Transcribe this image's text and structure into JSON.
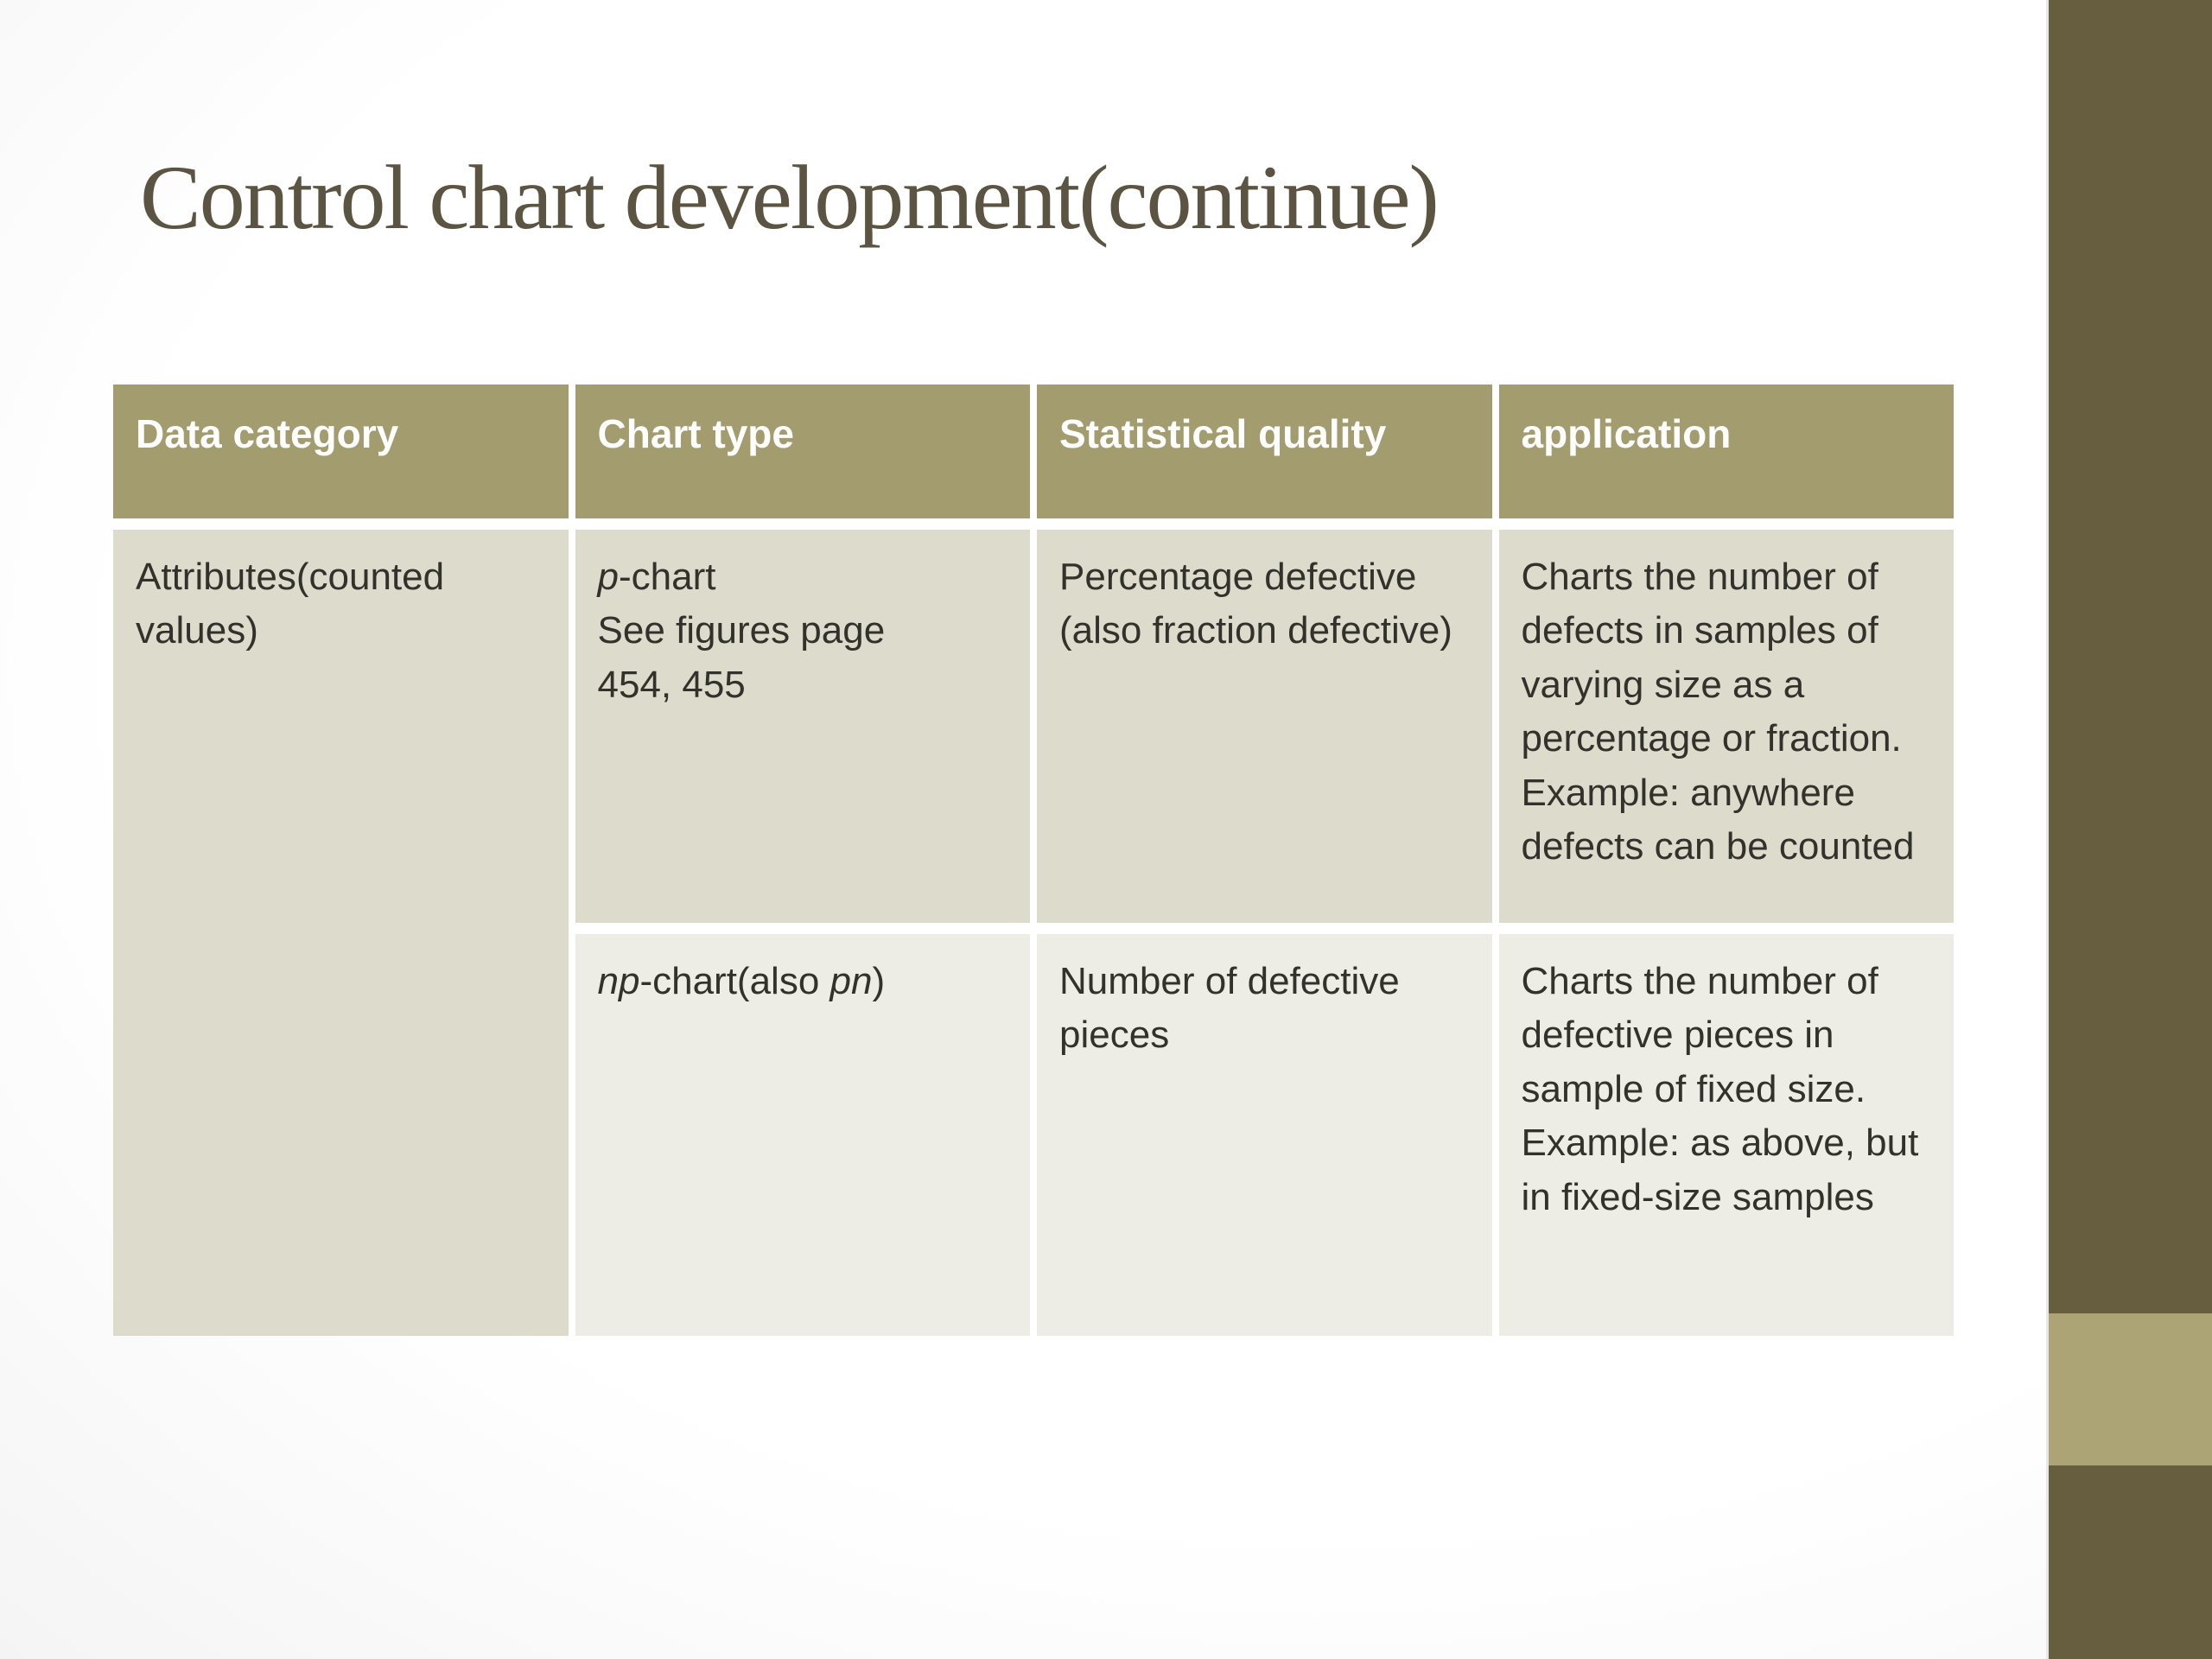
{
  "slide": {
    "title": "Control chart development(continue)"
  },
  "colors": {
    "background-edge": "#d6d6d6",
    "title-text": "#5c5443",
    "header-bg": "#a39c6f",
    "header-text": "#ffffff",
    "row1-bg": "#dcdbcc",
    "row2-bg": "#edece5",
    "cell-text": "#33312b",
    "sidebar-dark": "#675d3f",
    "sidebar-accent": "#aca475"
  },
  "table": {
    "headers": [
      "Data category",
      "Chart type",
      "Statistical quality",
      "application"
    ],
    "rows": [
      {
        "data_category": "Attributes(counted values)",
        "chart_type": [
          {
            "text": "p",
            "italic": true
          },
          {
            "text": "-chart\nSee figures page\n454, 455",
            "italic": false
          }
        ],
        "statistical_quality": "Percentage defective (also fraction defective)",
        "application": "Charts the number of defects in samples of varying size as a percentage or fraction. Example: anywhere defects can be counted"
      },
      {
        "chart_type": [
          {
            "text": "np",
            "italic": true
          },
          {
            "text": "-chart(also ",
            "italic": false
          },
          {
            "text": "pn",
            "italic": true
          },
          {
            "text": ")",
            "italic": false
          }
        ],
        "statistical_quality": "Number of defective pieces",
        "application": "Charts the number of defective pieces in sample of fixed size. Example: as above, but in fixed-size samples"
      }
    ]
  }
}
